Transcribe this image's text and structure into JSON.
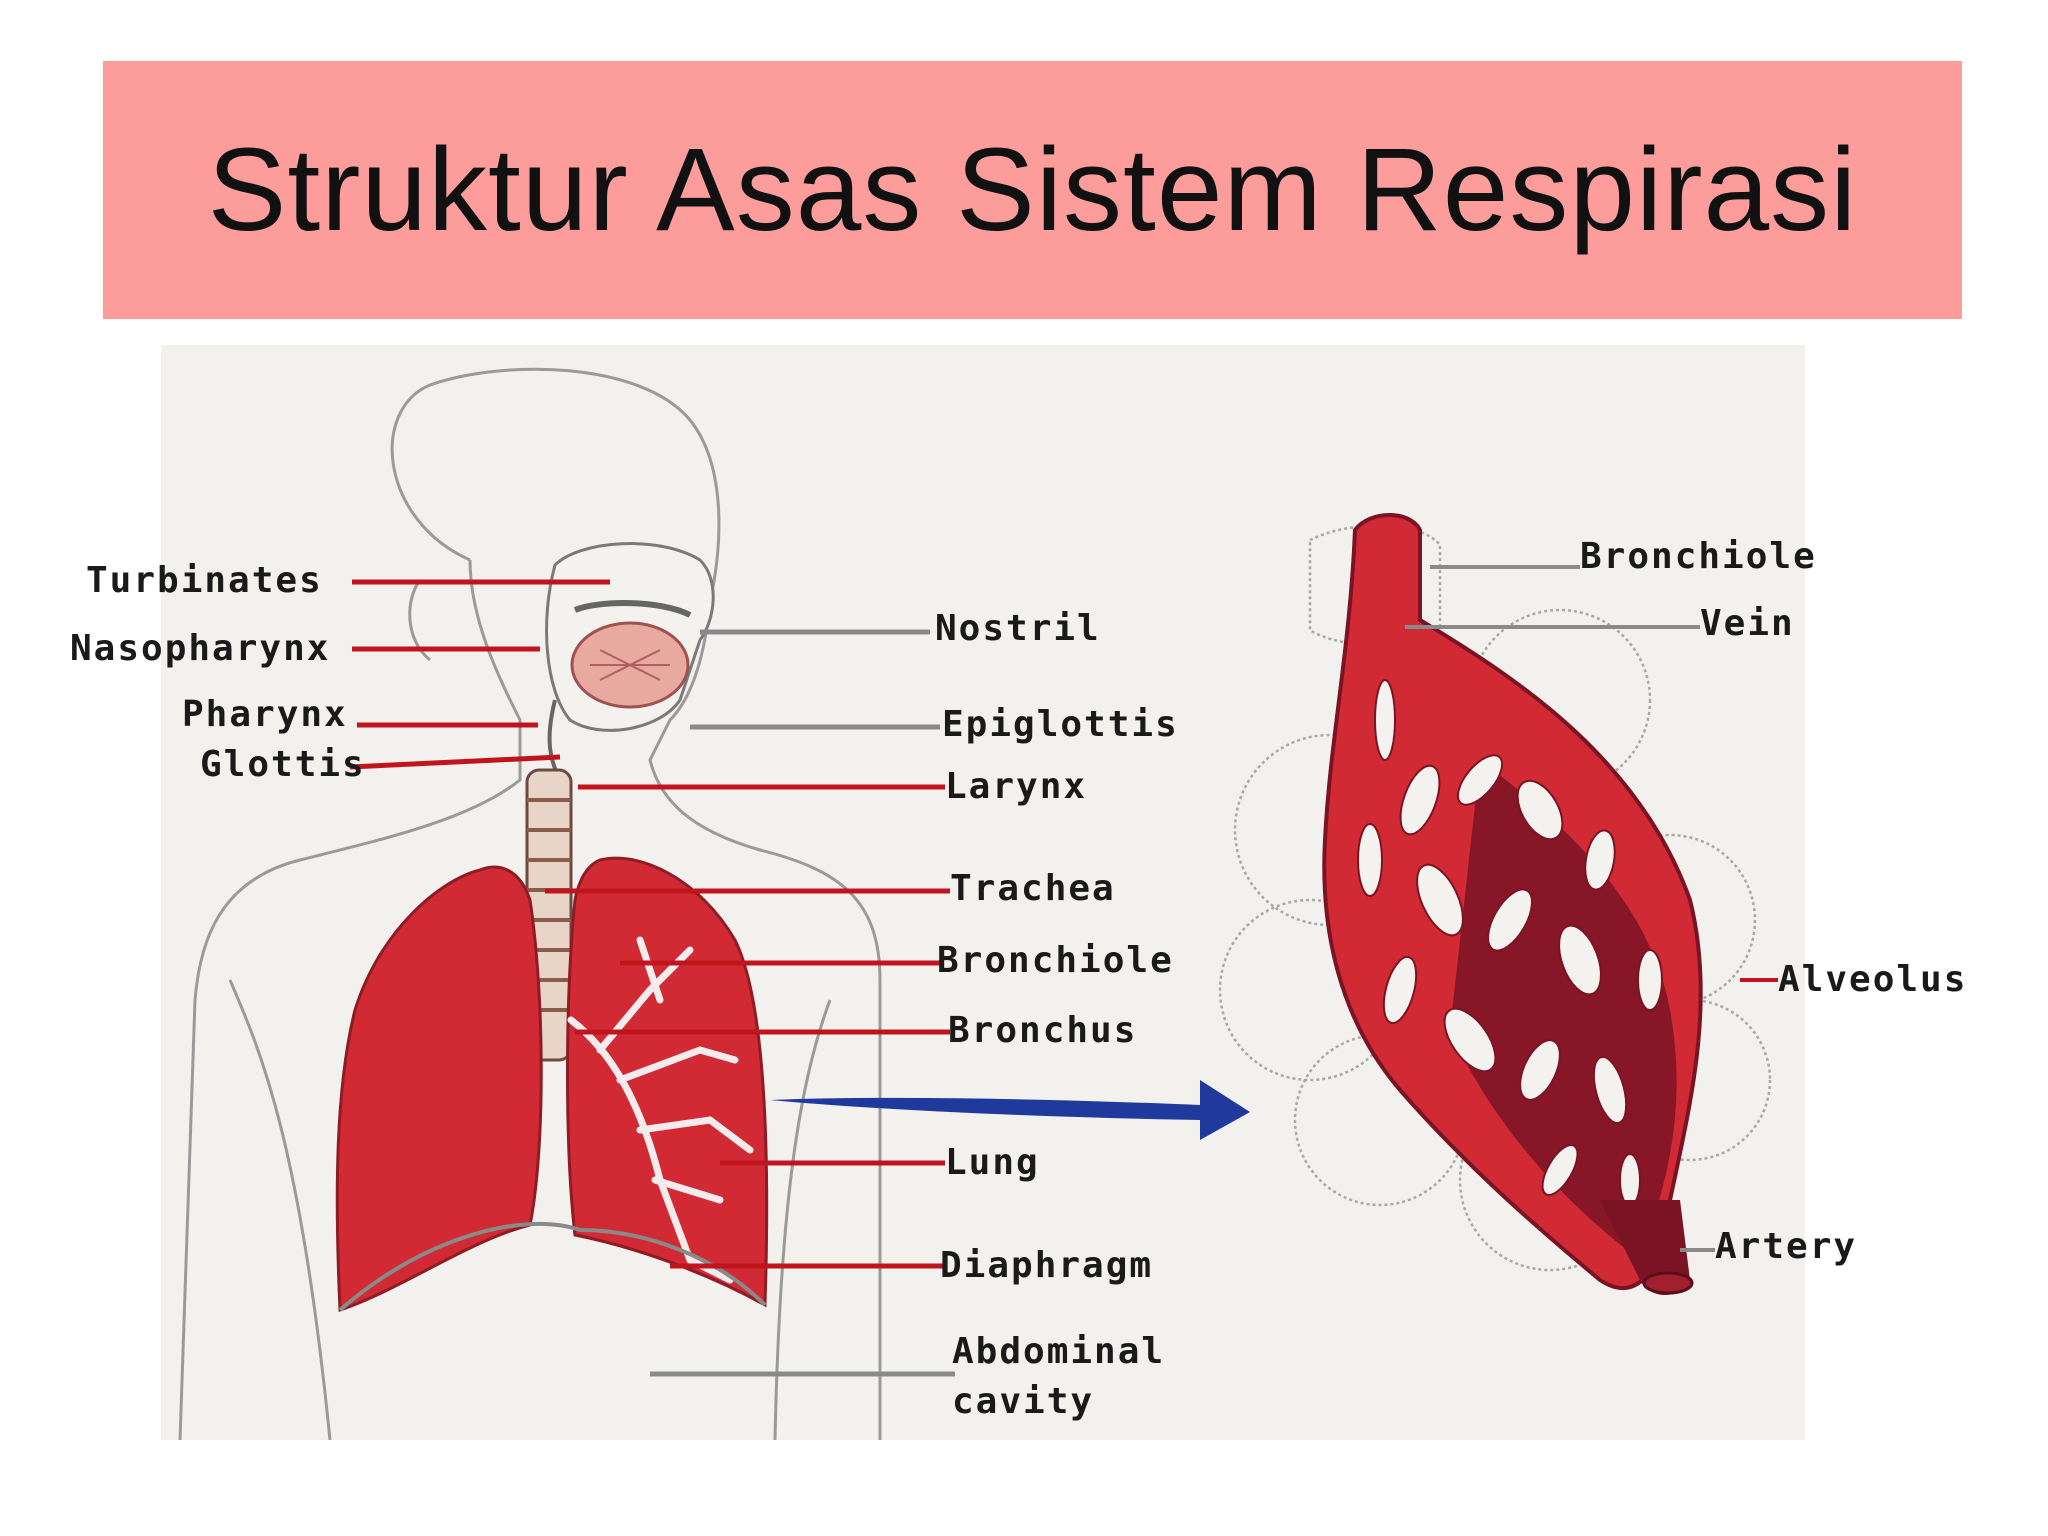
{
  "title": "Struktur Asas Sistem Respirasi",
  "colors": {
    "banner": "#fc9d9c",
    "lung": "#d12a35",
    "vessel_dark": "#7a1424",
    "leader_red": "#c0151d",
    "leader_gray": "#8a8a8a",
    "arrow": "#1f3a9c"
  },
  "body_labels": {
    "turbinates": "Turbinates",
    "nasopharynx": "Nasopharynx",
    "pharynx": "Pharynx",
    "glottis": "Glottis",
    "nostril": "Nostril",
    "epiglottis": "Epiglottis",
    "larynx": "Larynx",
    "trachea": "Trachea",
    "bronchiole": "Bronchiole",
    "bronchus": "Bronchus",
    "lung": "Lung",
    "diaphragm": "Diaphragm",
    "abdominal_line1": "Abdominal",
    "abdominal_line2": "cavity"
  },
  "alveolus_labels": {
    "bronchiole": "Bronchiole",
    "vein": "Vein",
    "alveolus": "Alveolus",
    "artery": "Artery"
  }
}
